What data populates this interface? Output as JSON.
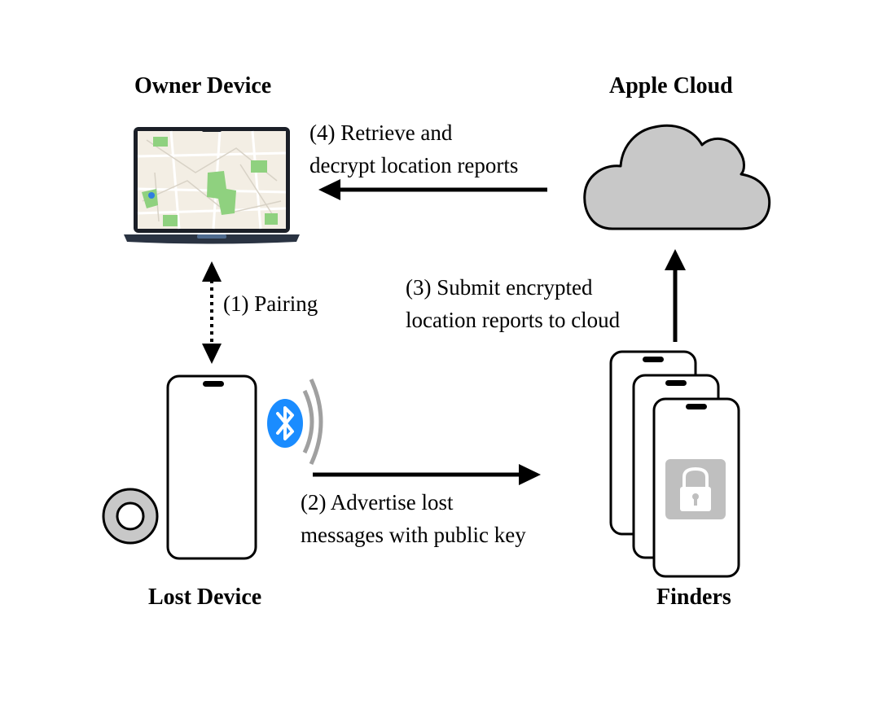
{
  "nodes": {
    "owner": "Owner Device",
    "cloud": "Apple Cloud",
    "lost": "Lost Device",
    "finders": "Finders"
  },
  "steps": {
    "pairing": "(1) Pairing",
    "advertise": [
      "(2) Advertise lost",
      "messages with public key"
    ],
    "submit": [
      "(3) Submit encrypted",
      "location reports to cloud"
    ],
    "retrieve": [
      "(4) Retrieve and",
      "decrypt location reports"
    ]
  },
  "icons": {
    "laptop": "laptop-with-map-icon",
    "cloud": "cloud-icon",
    "phone": "smartphone-icon",
    "tag": "airtag-icon",
    "bluetooth": "bluetooth-icon",
    "lock": "lock-icon"
  },
  "colors": {
    "bluetooth": "#1a8cff",
    "cloud_fill": "#c8c8c8",
    "map_green": "#8fd17f",
    "lock_bg": "#bfbfbf"
  }
}
